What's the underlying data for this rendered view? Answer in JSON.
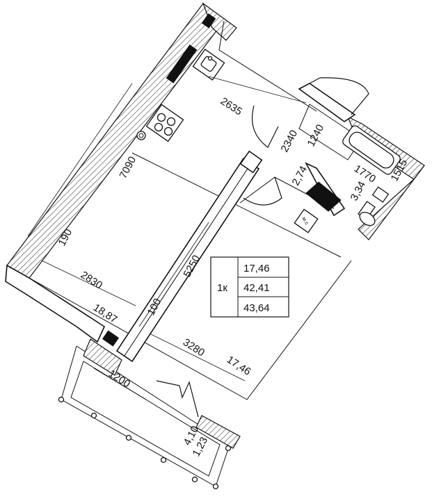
{
  "plan": {
    "dimensions": {
      "kitchen_width": "2635",
      "kitchen_length": "7090",
      "hall_width": "2340",
      "bath_width": "1770",
      "bath_side": "1240",
      "bath_short": "1515",
      "wall_offset": "190",
      "room_width": "2830",
      "corridor_length": "5250",
      "partition": "100",
      "room_width_2": "3280",
      "balcony_width": "1200"
    },
    "areas": {
      "hall": "2,74",
      "bathroom": "3,34",
      "kitchen_living": "18,87",
      "bedroom": "17,46",
      "balcony_full": "4,10",
      "balcony_reduced": "1,23"
    },
    "labels": {
      "washer": "м.с"
    },
    "summary_table": {
      "room_type": "1к",
      "living_area": "17,46",
      "total_area": "42,41",
      "total_area_with_balcony": "43,64"
    }
  }
}
